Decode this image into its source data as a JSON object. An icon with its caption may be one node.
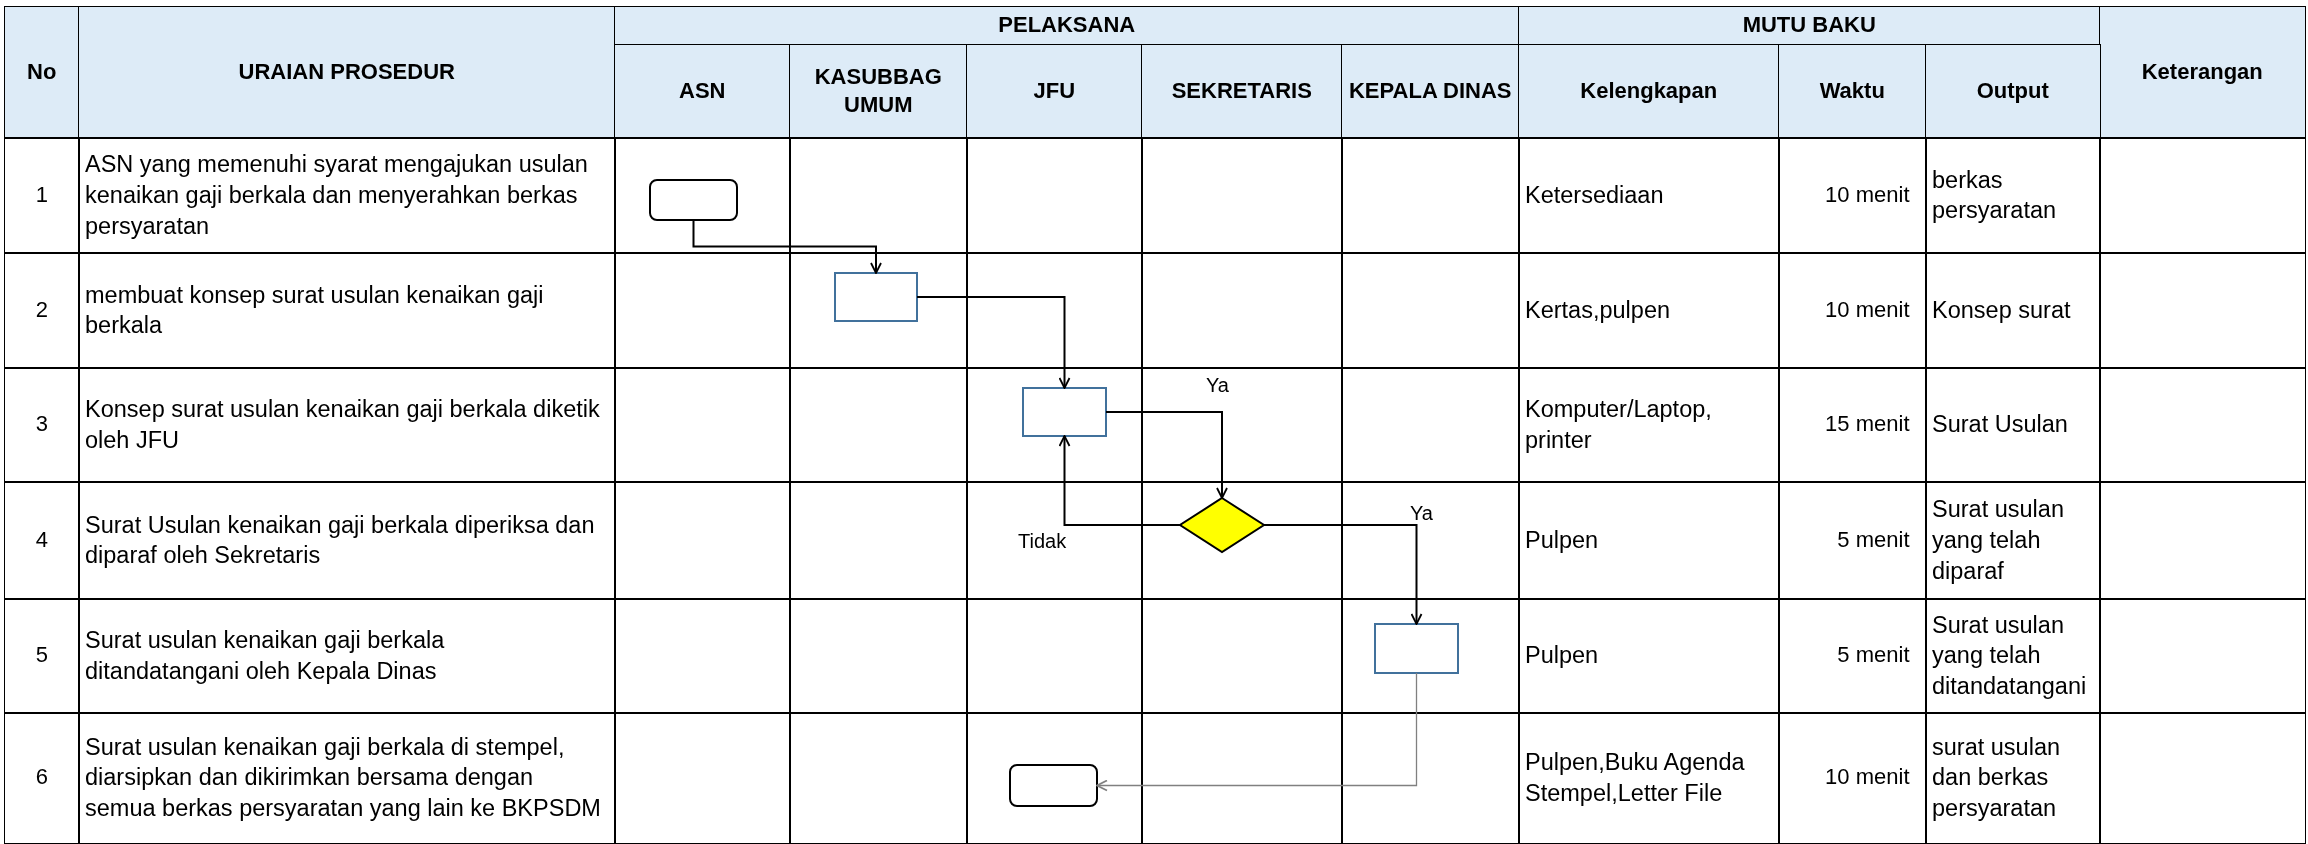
{
  "diagram": {
    "nodes": [
      {
        "text": [],
        "shape": "terminal"
      },
      {
        "text": [],
        "shape": "box"
      },
      {
        "text": [],
        "shape": "box"
      },
      {
        "text": [],
        "shape": "diamond"
      },
      {
        "text": [],
        "shape": "box"
      },
      {
        "text": [],
        "shape": "terminal"
      }
    ],
    "edges": [
      {
        "from": 0,
        "to": 1,
        "arrow": "to"
      },
      {
        "from": 1,
        "to": 2,
        "arrow": "to"
      },
      {
        "from": 2,
        "to": 3,
        "arrow": "to",
        "label": "Ya"
      },
      {
        "from": 3,
        "to": 2,
        "arrow": "to",
        "label": "Tidak"
      },
      {
        "from": 3,
        "to": 4,
        "arrow": "to",
        "label": "Ya"
      },
      {
        "from": 4,
        "to": 5,
        "arrow": "to",
        "color": "#808080"
      }
    ],
    "labels": [
      "No",
      "URAIAN PROSEDUR",
      "PELAKSANA",
      "MUTU BAKU",
      "Keterangan",
      "ASN",
      "KASUBBAG UMUM",
      "JFU",
      "SEKRETARIS",
      "KEPALA DINAS",
      "Kelengkapan",
      "Waktu",
      "Output",
      "1",
      "ASN yang memenuhi syarat mengajukan usulan kenaikan gaji berkala dan menyerahkan berkas persyaratan",
      "Ketersediaan",
      "10 menit",
      "berkas persyaratan",
      "2",
      "membuat konsep surat usulan kenaikan gaji berkala",
      "Kertas,pulpen",
      "10 menit",
      "Konsep surat",
      "3",
      "Konsep surat usulan kenaikan gaji berkala diketik oleh JFU",
      "Komputer/Laptop, printer",
      "15 menit",
      "Surat Usulan",
      "4",
      "Surat Usulan kenaikan gaji berkala diperiksa dan diparaf oleh Sekretaris",
      "Pulpen",
      "5 menit",
      "Surat usulan yang telah diparaf",
      "5",
      "Surat usulan kenaikan gaji berkala ditandatangani oleh Kepala Dinas",
      "Pulpen",
      "5 menit",
      "Surat usulan yang telah ditandatangani",
      "6",
      "Surat usulan kenaikan gaji berkala di stempel, diarsipkan  dan dikirimkan bersama dengan semua berkas persyaratan yang lain  ke BKPSDM",
      "Pulpen,Buku Agenda Stempel,Letter File",
      "10 menit",
      "surat usulan dan berkas persyaratan"
    ]
  }
}
